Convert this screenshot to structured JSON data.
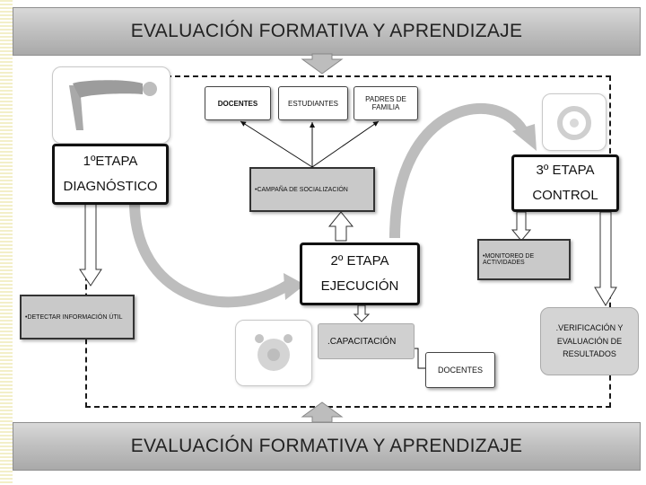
{
  "title_top": "EVALUACIÓN FORMATIVA Y APRENDIZAJE",
  "title_bottom": "EVALUACIÓN FORMATIVA Y APRENDIZAJE",
  "stages": {
    "diagnostico": {
      "line1": "1ºETAPA",
      "line2": "DIAGNÓSTICO"
    },
    "ejecucion": {
      "line1": "2º ETAPA",
      "line2": "EJECUCIÓN"
    },
    "control": {
      "line1": "3º ETAPA",
      "line2": "CONTROL"
    }
  },
  "boxes": {
    "detectar": "•DETECTAR INFORMACIÓN ÚTIL",
    "campana": "•CAMPAÑA DE SOCIALIZACIÓN",
    "docentes_top": "DOCENTES",
    "estudiantes": "ESTUDIANTES",
    "padres": "PADRES DE FAMILIA",
    "capacitacion": ".CAPACITACIÓN",
    "docentes_bottom": "DOCENTES",
    "monitoreo": "•MONITOREO DE ACTIVIDADES",
    "verificacion": ".VERIFICACIÓN Y EVALUACIÓN DE RESULTADOS"
  },
  "colors": {
    "banner": "#bfbfbf",
    "gray_box": "#c9c9c9",
    "flow_arrow": "#bdbdbd",
    "frame": "#1a1a1a"
  }
}
